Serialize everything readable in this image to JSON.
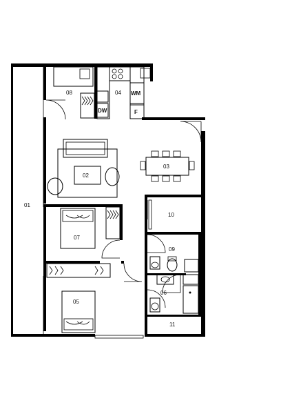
{
  "rooms": {
    "r01": "01",
    "r02": "02",
    "r03": "03",
    "r04": "04",
    "r05": "05",
    "r06": "06",
    "r07": "07",
    "r08": "08",
    "r09": "09",
    "r10": "10",
    "r11": "11"
  },
  "fixtures": {
    "wm": "WM",
    "dw": "DW",
    "f": "F"
  },
  "colors": {
    "wall": "#000000",
    "background": "#ffffff"
  }
}
